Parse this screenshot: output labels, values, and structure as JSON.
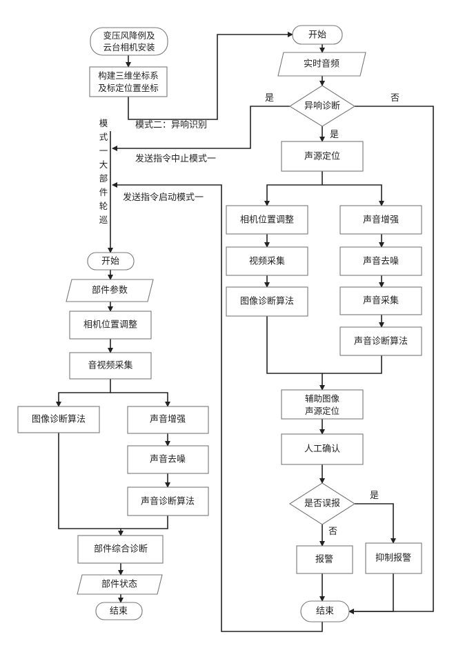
{
  "left": {
    "install": [
      "变压风降例及",
      "云台相机安装"
    ],
    "build_coord": [
      "构建三维坐标系",
      "及标定位置坐标"
    ],
    "mode_side_label": [
      "模",
      "式",
      "一",
      "大",
      "部",
      "件",
      "轮",
      "巡"
    ],
    "start": "开始",
    "params": "部件参数",
    "camera_adjust": "相机位置调整",
    "av_collect": "音视频采集",
    "image_algo": "图像诊断算法",
    "sound_enhance": "声音增强",
    "sound_denoise": "声音去噪",
    "sound_algo": "声音诊断算法",
    "combined": "部件综合诊断",
    "status": "部件状态",
    "end": "结束"
  },
  "links": {
    "mode_two": "模式二：异响识别",
    "send_stop": "发送指令中止模式一",
    "send_start": "发送指令启动模式一"
  },
  "right": {
    "start": "开始",
    "realtime_audio": "实时音频",
    "abnormal": "异响诊断",
    "yes_left": "是",
    "no_right": "否",
    "yes_down": "是",
    "locate": "声源定位",
    "camera_adjust": "相机位置调整",
    "video_collect": "视频采集",
    "image_algo": "图像诊断算法",
    "sound_enhance": "声音增强",
    "sound_denoise": "声音去噪",
    "sound_collect": "声音采集",
    "sound_algo": "声音诊断算法",
    "assist": [
      "辅助图像",
      "声源定位"
    ],
    "manual": "人工确认",
    "false_alarm": "是否误报",
    "fa_yes": "是",
    "fa_no": "否",
    "alarm": "报警",
    "suppress": "抑制报警",
    "end": "结束"
  }
}
